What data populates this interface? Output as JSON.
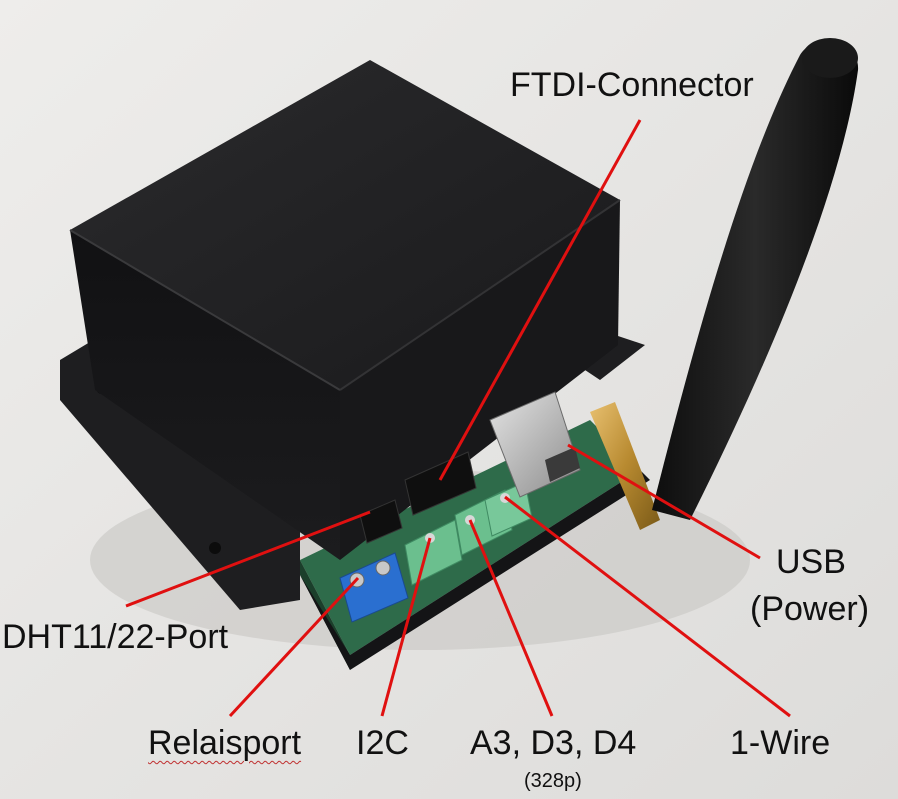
{
  "labels": {
    "ftdi": "FTDI-Connector",
    "usb": "USB",
    "usb_sub": "(Power)",
    "dht": "DHT11/22-Port",
    "relais": "Relaisport",
    "i2c": "I2C",
    "a3": "A3, D3, D4",
    "a3_sub": "(328p)",
    "wire": "1-Wire"
  },
  "colors": {
    "background": "#e9e8e6",
    "enclosure": "#1c1c1e",
    "pcb": "#2e6b4a",
    "annotation_line": "#e01010",
    "terminal_blue": "#2a6fd0",
    "terminal_green": "#6bbf8e",
    "antenna": "#151515"
  }
}
